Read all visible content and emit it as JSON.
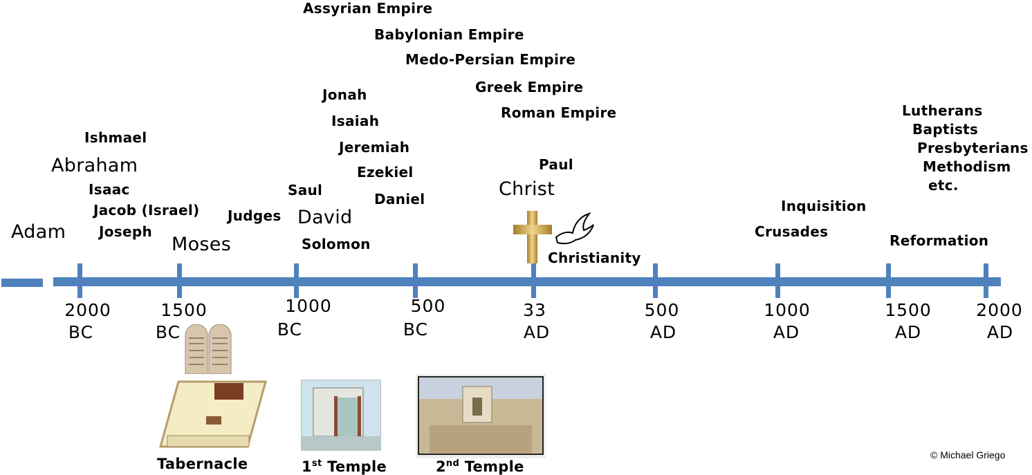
{
  "empires": [
    "Assyrian Empire",
    "Babylonian Empire",
    "Medo-Persian Empire",
    "Greek Empire",
    "Roman Empire"
  ],
  "prophets": [
    "Jonah",
    "Isaiah",
    "Jeremiah",
    "Ezekiel",
    "Daniel"
  ],
  "patriarchs": {
    "adam": "Adam",
    "ishmael": "Ishmael",
    "abraham": "Abraham",
    "isaac": "Isaac",
    "jacob": "Jacob (Israel)",
    "joseph": "Joseph",
    "moses": "Moses",
    "judges": "Judges"
  },
  "kings": {
    "saul": "Saul",
    "david": "David",
    "solomon": "Solomon"
  },
  "nt": {
    "paul": "Paul",
    "christ": "Christ",
    "christianity": "Christianity"
  },
  "church": {
    "inquisition": "Inquisition",
    "crusades": "Crusades",
    "reformation": "Reformation"
  },
  "denominations": [
    "Lutherans",
    "Baptists",
    "Presbyterians",
    "Methodism",
    "etc."
  ],
  "ticks": [
    {
      "year": "2000",
      "era": "BC"
    },
    {
      "year": "1500",
      "era": "BC"
    },
    {
      "year": "1000",
      "era": "BC"
    },
    {
      "year": "500",
      "era": "BC"
    },
    {
      "year": "33",
      "era": "AD"
    },
    {
      "year": "500",
      "era": "AD"
    },
    {
      "year": "1000",
      "era": "AD"
    },
    {
      "year": "1500",
      "era": "AD"
    },
    {
      "year": "2000",
      "era": "AD"
    }
  ],
  "images": {
    "tabernacle": "Tabernacle",
    "first_temple_num": "1",
    "first_temple_sup": "st",
    "first_temple": " Temple",
    "second_temple_num": "2",
    "second_temple_sup": "nd",
    "second_temple": " Temple"
  },
  "copyright": "© Michael Griego",
  "colors": {
    "timeline": "#4f81bd",
    "cross": "#c9a24a"
  }
}
